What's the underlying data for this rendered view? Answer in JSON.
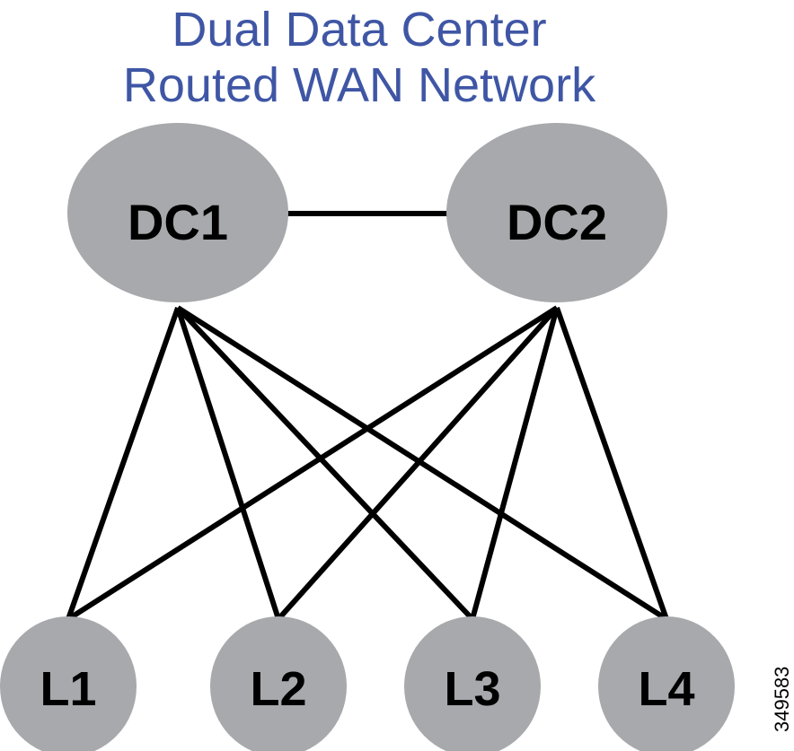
{
  "title": {
    "line1": "Dual Data Center",
    "line2": "Routed WAN Network"
  },
  "colors": {
    "title": "#3f56a5",
    "node_fill": "#a7a9ac",
    "link": "#000000",
    "label": "#000000"
  },
  "nodes": {
    "dc1": "DC1",
    "dc2": "DC2",
    "l1": "L1",
    "l2": "L2",
    "l3": "L3",
    "l4": "L4"
  },
  "links": [
    [
      "DC1",
      "DC2"
    ],
    [
      "DC1",
      "L1"
    ],
    [
      "DC1",
      "L2"
    ],
    [
      "DC1",
      "L3"
    ],
    [
      "DC1",
      "L4"
    ],
    [
      "DC2",
      "L1"
    ],
    [
      "DC2",
      "L2"
    ],
    [
      "DC2",
      "L3"
    ],
    [
      "DC2",
      "L4"
    ]
  ],
  "figure_id": "349583"
}
